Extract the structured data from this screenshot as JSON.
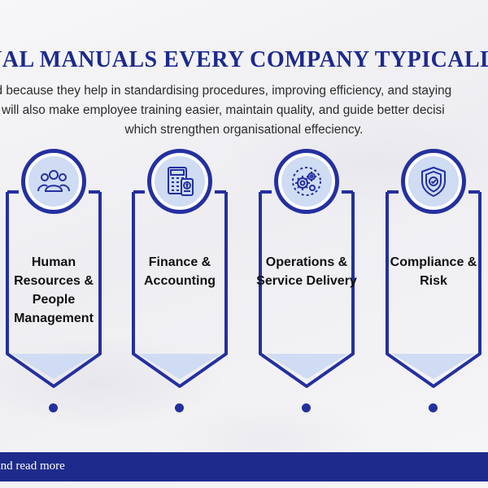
{
  "headline": "NAL MANUALS EVERY COMPANY TYPICALLY",
  "intro": {
    "line1": "ed because they help in standardising procedures, improving efficiency, and staying",
    "line2": "y will also make employee training easier, maintain quality, and guide better decisi",
    "line3": "which strengthen organisational effeciency."
  },
  "cards": [
    {
      "title": "Human Resources & People Management",
      "icon": "people-icon"
    },
    {
      "title": "Finance & Accounting",
      "icon": "calculator-icon"
    },
    {
      "title": "Operations & Service Delivery",
      "icon": "gears-icon"
    },
    {
      "title": "Compliance & Risk",
      "icon": "shield-check-icon"
    }
  ],
  "footer": {
    "text": "and read more"
  },
  "colors": {
    "primary": "#2430a0",
    "accent_light": "#cfdcf3",
    "footer": "#1e2b8c"
  }
}
